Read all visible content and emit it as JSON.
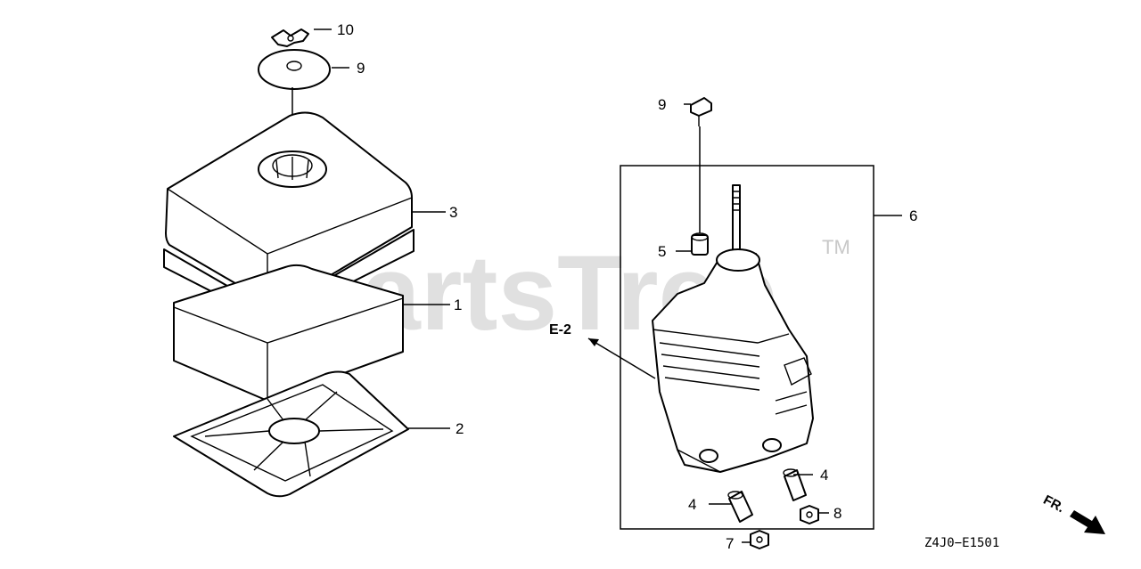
{
  "watermark": {
    "text": "PartsTree",
    "trademark": "TM"
  },
  "callouts": [
    "1",
    "2",
    "3",
    "4",
    "4",
    "5",
    "6",
    "7",
    "8",
    "9",
    "9",
    "10"
  ],
  "reference": {
    "label": "E-2"
  },
  "direction": {
    "label": "FR."
  },
  "diagram_code": "Z4J0−E1501"
}
